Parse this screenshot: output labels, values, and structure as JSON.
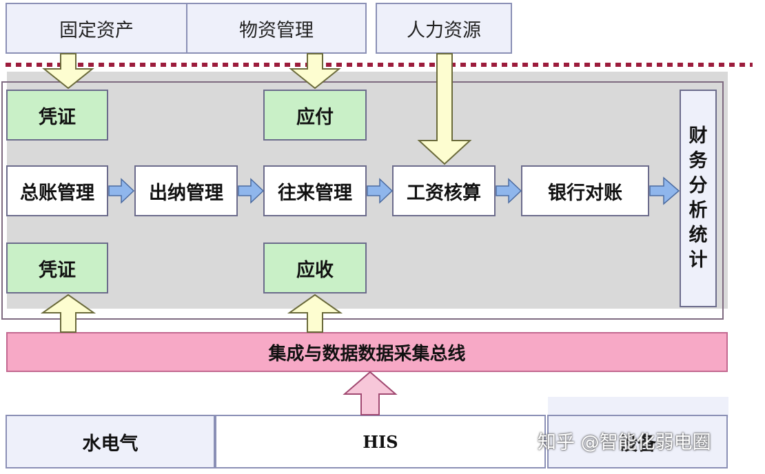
{
  "top_sources": {
    "fixed_assets": "固定资产",
    "materials": "物资管理",
    "hr": "人力资源"
  },
  "upper_row": {
    "voucher": "凭证",
    "payable": "应付"
  },
  "main_flow": [
    "总账管理",
    "出纳管理",
    "往来管理",
    "工资核算",
    "银行对账"
  ],
  "lower_row": {
    "voucher": "凭证",
    "receivable": "应收"
  },
  "analysis": [
    "财",
    "务",
    "分",
    "析",
    "统",
    "计"
  ],
  "bus": "集成与数据数据采集总线",
  "bottom_systems": {
    "utilities": "水电气",
    "his": "HIS",
    "other": "设备"
  },
  "watermark": "知乎 @智能化弱电圈",
  "colors": {
    "green_box": "#c9f0c7",
    "bus": "#f7a9c6",
    "arrow_yellow": "#fdfdd0",
    "arrow_blue": "#8fb6ec",
    "dashed_line": "#9c1c3c"
  }
}
